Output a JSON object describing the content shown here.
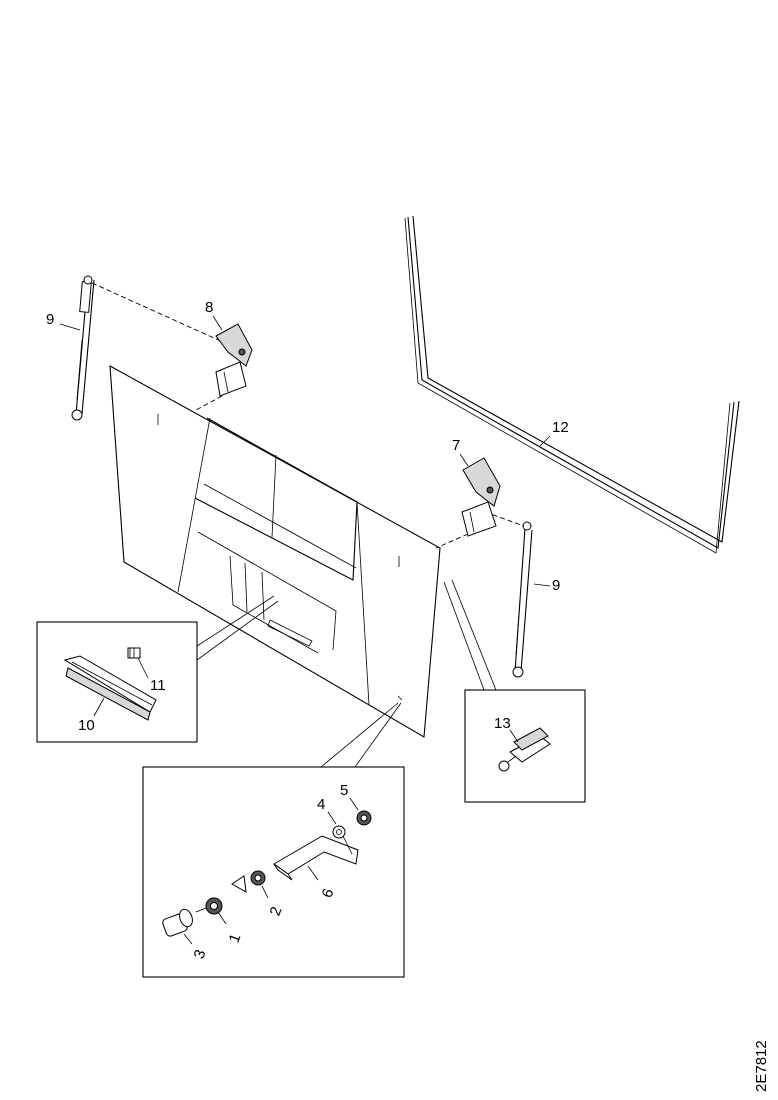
{
  "callouts": {
    "c1": "1",
    "c2": "2",
    "c3": "3",
    "c4": "4",
    "c5": "5",
    "c6": "6",
    "c7": "7",
    "c8": "8",
    "c9_left": "9",
    "c9_right": "9",
    "c10": "10",
    "c11": "11",
    "c12": "12",
    "c13": "13"
  },
  "figure_id": "2E7812"
}
